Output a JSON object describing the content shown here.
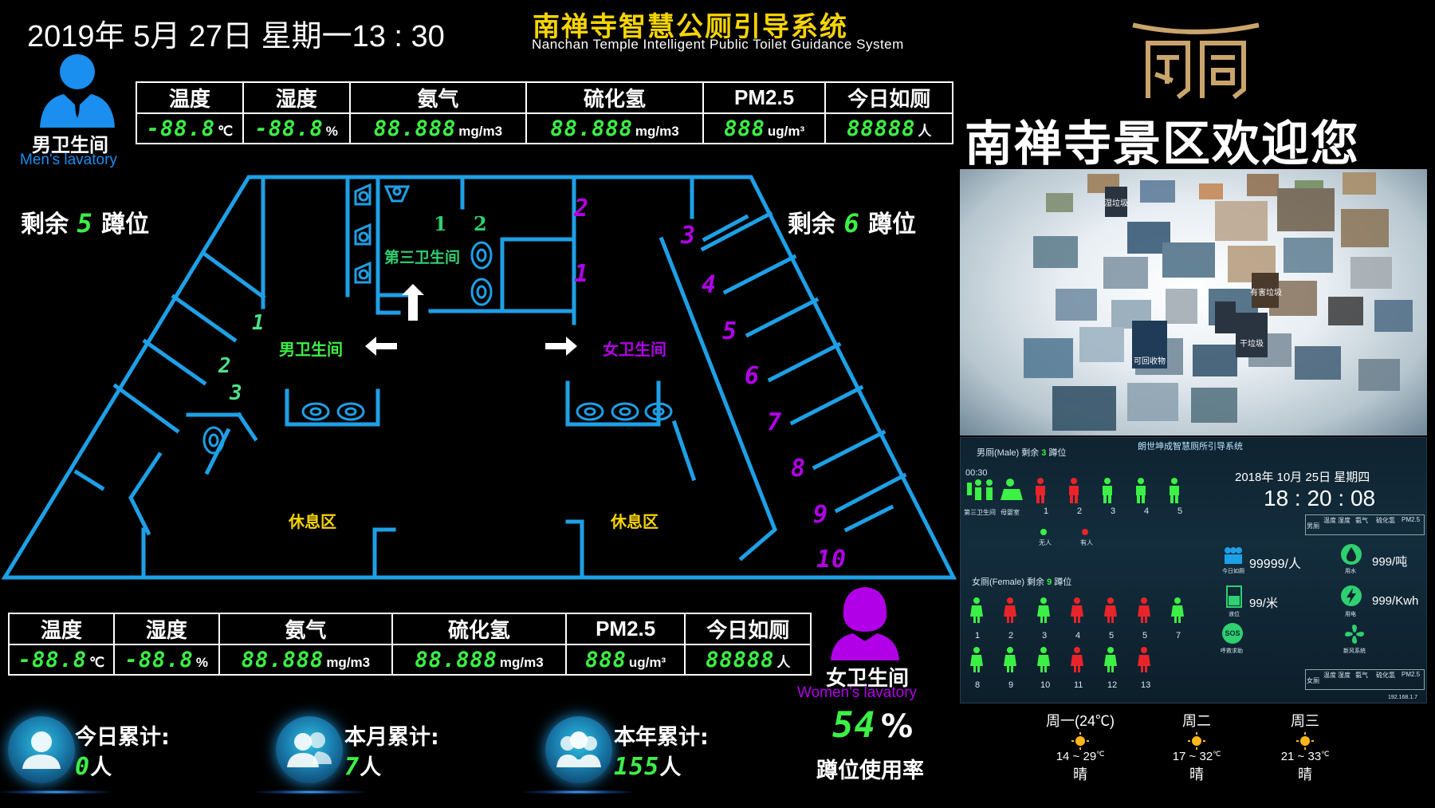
{
  "header": {
    "datetime": "2019年 5月 27日 星期一13 : 30",
    "title_cn": "南禅寺智慧公厕引导系统",
    "title_en": "Nanchan Temple Intelligent Public Toilet Guidance System"
  },
  "men": {
    "label_cn": "男卫生间",
    "label_en": "Men's lavatory",
    "remaining_prefix": "剩余",
    "remaining_count": "5",
    "remaining_suffix": "蹲位"
  },
  "women": {
    "label_cn": "女卫生间",
    "label_en": "Women's lavatory",
    "remaining_prefix": "剩余",
    "remaining_count": "6",
    "remaining_suffix": "蹲位"
  },
  "env_top": {
    "headers": [
      "温度",
      "湿度",
      "氨气",
      "硫化氢",
      "PM2.5",
      "今日如厕"
    ],
    "values": [
      "-88.8",
      "-88.8",
      "88.888",
      "88.888",
      "888",
      "88888"
    ],
    "units": [
      "℃",
      "%",
      "mg/m3",
      "mg/m3",
      "ug/m³",
      "人"
    ]
  },
  "env_bottom": {
    "headers": [
      "温度",
      "湿度",
      "氨气",
      "硫化氢",
      "PM2.5",
      "今日如厕"
    ],
    "values": [
      "-88.8",
      "-88.8",
      "88.888",
      "88.888",
      "888",
      "88888"
    ],
    "units": [
      "℃",
      "%",
      "mg/m3",
      "mg/m3",
      "ug/m³",
      "人"
    ]
  },
  "floorplan": {
    "third_restroom": "第三卫生间",
    "men_area": "男卫生间",
    "women_area": "女卫生间",
    "rest_left": "休息区",
    "rest_right": "休息区",
    "men_stalls": [
      "1",
      "2",
      "3"
    ],
    "third_stalls": [
      "1",
      "2"
    ],
    "women_stalls": [
      "2",
      "1",
      "3",
      "4",
      "5",
      "6",
      "7",
      "8",
      "9",
      "10"
    ]
  },
  "stats": {
    "today_label": "今日累计:",
    "today_value": "0",
    "today_unit": "人",
    "month_label": "本月累计:",
    "month_value": "7",
    "month_unit": "人",
    "year_label": "本年累计:",
    "year_value": "155",
    "year_unit": "人",
    "usage_value": "54",
    "usage_unit": "%",
    "usage_label": "蹲位使用率"
  },
  "colors": {
    "accent_blue": "#1ea0e6",
    "seg_green": "#3cf046",
    "title_yellow": "#f6d400",
    "women_purple": "#b100e8",
    "men_label_green": "#3cf046"
  },
  "right": {
    "welcome": "南禅寺景区欢迎您"
  },
  "mini": {
    "men_line_prefix": "男厕(Male) 剩余",
    "men_line_count": "3",
    "men_line_suffix": "蹲位",
    "system_title": "朗世坤成智慧厕所引导系统",
    "time_small": "00:30",
    "icon_label_1": "第三卫生间",
    "icon_label_2": "母婴室",
    "men_stall_nums": [
      "1",
      "2",
      "3",
      "4",
      "5"
    ],
    "date": "2018年 10月 25日 星期四",
    "clock": "18 : 20 : 08",
    "legend_free": "无人",
    "legend_busy": "有人",
    "women_line_prefix": "女厕(Female) 剩余",
    "women_line_count": "9",
    "women_line_suffix": "蹲位",
    "women_row1": [
      "1",
      "2",
      "3",
      "4",
      "5",
      "5",
      "7"
    ],
    "women_row2": [
      "8",
      "9",
      "10",
      "11",
      "12",
      "13"
    ],
    "today_visits": "99999/人",
    "today_visits_label": "今日如厕",
    "water_use": "999/吨",
    "water_label": "用水",
    "waste": "99/米",
    "waste_label": "液位",
    "power": "999/Kwh",
    "power_label": "用电",
    "sos_label": "SOS",
    "sos_caption": "呼救求助",
    "fan_label": "新风系统",
    "env_mini_headers": [
      "温度",
      "湿度",
      "氨气",
      "硫化氢",
      "PM2.5"
    ],
    "env_mini_row_male": "男厕",
    "env_mini_row_female": "女厕",
    "ip": "192.168.1.7",
    "collage_items": [
      "可回收物",
      "干垃圾",
      "湿垃圾",
      "有害垃圾"
    ]
  },
  "weather": [
    {
      "day": "周一(24℃)",
      "low": "14",
      "high": "29",
      "cond": "晴"
    },
    {
      "day": "周二",
      "low": "17",
      "high": "32",
      "cond": "晴"
    },
    {
      "day": "周三",
      "low": "21",
      "high": "33",
      "cond": "晴"
    }
  ]
}
